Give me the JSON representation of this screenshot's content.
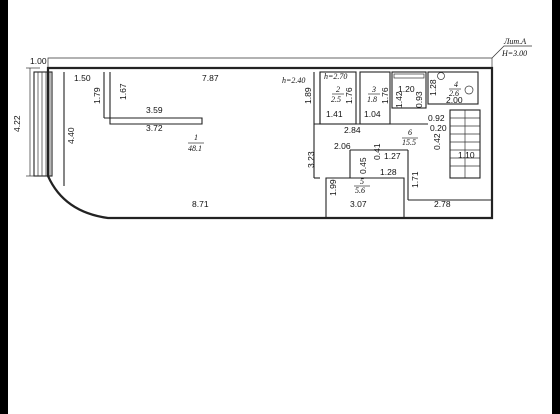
{
  "plan": {
    "letter_label": "Лит.А",
    "height_label": "Н=3.00",
    "ceiling_heights": {
      "main": "h=2.40",
      "room_2": "h=2.70"
    },
    "rooms": [
      {
        "number": "1",
        "area": "48.1"
      },
      {
        "number": "2",
        "area": "2.5"
      },
      {
        "number": "3",
        "area": "1.8"
      },
      {
        "number": "4",
        "area": "2.6"
      },
      {
        "number": "5",
        "area": "5.6"
      },
      {
        "number": "6",
        "area": "15.5"
      }
    ],
    "dimensions": {
      "top_left_offset": "1.00",
      "left_total": "4.22",
      "left_inner": "4.40",
      "d_1_50": "1.50",
      "d_1_79": "1.79",
      "d_1_67": "1.67",
      "d_7_87": "7.87",
      "d_3_59": "3.59",
      "d_3_72": "3.72",
      "d_1_89": "1.89",
      "d_1_76_a": "1.76",
      "d_1_76_b": "1.76",
      "d_1_41": "1.41",
      "d_1_04": "1.04",
      "d_1_20": "1.20",
      "d_1_42": "1.42",
      "d_0_93": "0.93",
      "d_1_28_a": "1.28",
      "d_2_00": "2.00",
      "d_2_84": "2.84",
      "d_0_92": "0.92",
      "d_0_20": "0.20",
      "d_0_42": "0.42",
      "d_1_10": "1.10",
      "d_2_06": "2.06",
      "d_0_41": "0.41",
      "d_1_27": "1.27",
      "d_0_45": "0.45",
      "d_3_23": "3.23",
      "d_1_28_b": "1.28",
      "d_1_99": "1.99",
      "d_1_71": "1.71",
      "d_8_71": "8.71",
      "d_3_07": "3.07",
      "d_2_78": "2.78"
    }
  }
}
